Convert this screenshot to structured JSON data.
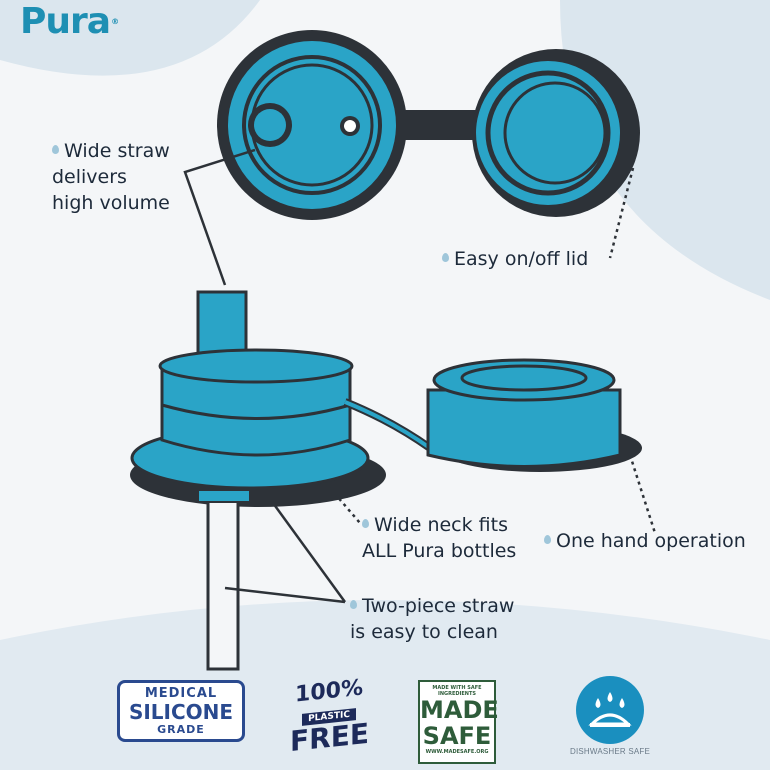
{
  "brand": {
    "name": "Pura",
    "reg_mark": "®"
  },
  "colors": {
    "teal": "#2aa4c7",
    "dark": "#2d3238",
    "accent_drop": "#9fc6da",
    "brand_blue": "#1e8fb3"
  },
  "callouts": {
    "wide_straw": "Wide straw\ndelivers\nhigh volume",
    "easy_lid": "Easy on/off lid",
    "wide_neck": "Wide neck fits\nALL Pura bottles",
    "one_hand": "One hand operation",
    "two_piece": "Two-piece straw\nis easy to clean"
  },
  "badges": {
    "silicone": {
      "top": "MEDICAL",
      "mid": "SILICONE",
      "bot": "GRADE"
    },
    "plastic": {
      "pct": "100%",
      "mid": "PLASTIC",
      "bot": "FREE"
    },
    "madesafe": {
      "top": "MADE WITH SAFE INGREDIENTS",
      "big1": "MADE",
      "big2": "SAFE",
      "bot": "WWW.MADESAFE.ORG"
    },
    "dishwasher": {
      "label": "DISHWASHER SAFE"
    }
  }
}
